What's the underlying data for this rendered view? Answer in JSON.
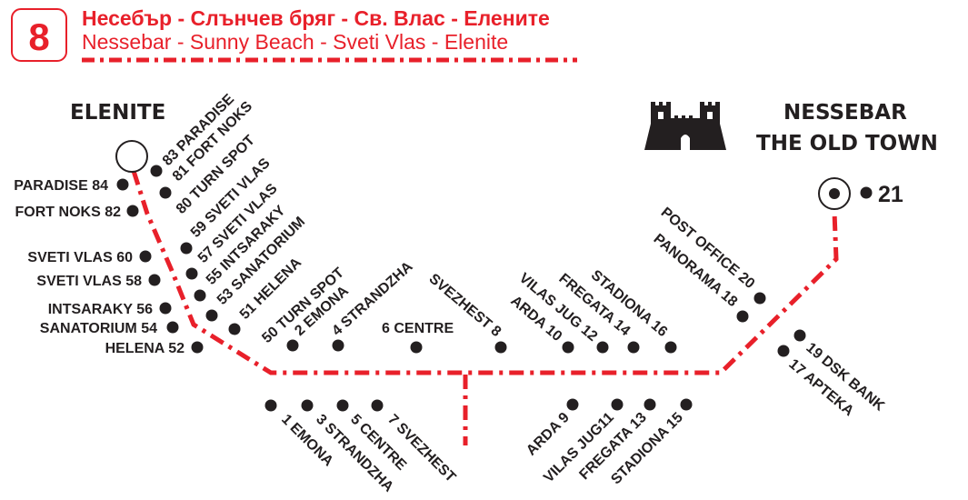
{
  "header": {
    "route_number": "8",
    "title_bg": "Несебър - Слънчев бряг -  Св. Влас - Еленитe",
    "title_en": "Nessebar - Sunny Beach - Sveti Vlas - Elenite"
  },
  "terminals": {
    "elenite": "ELENITE",
    "nessebar_line1": "NESSEBAR",
    "nessebar_line2": "THE OLD TOWN",
    "nessebar_stop": "21"
  },
  "stops": [
    {
      "label": "PARADISE 84"
    },
    {
      "label": "FORT NOKS 82"
    },
    {
      "label": "SVETI VLAS  60"
    },
    {
      "label": "SVETI VLAS  58"
    },
    {
      "label": "INTSARAKY  56"
    },
    {
      "label": "SANATORIUM  54"
    },
    {
      "label": "HELENA  52"
    },
    {
      "label": "83  PARADISE"
    },
    {
      "label": "81  FORT NOKS"
    },
    {
      "label": "80  TURN SPOT"
    },
    {
      "label": "59  SVETI VLAS"
    },
    {
      "label": "57  SVETI VLAS"
    },
    {
      "label": "55  INTSARAKY"
    },
    {
      "label": "53  SANATORIUM"
    },
    {
      "label": "51  HELENA"
    },
    {
      "label": "50 TURN SPOT"
    },
    {
      "label": "2 EMONA"
    },
    {
      "label": "4 STRANDZHA"
    },
    {
      "label": "6 CENTRE"
    },
    {
      "label": "SVEZHEST 8"
    },
    {
      "label": "ARDA 10"
    },
    {
      "label": "VILAS JUG 12"
    },
    {
      "label": "FREGATA 14"
    },
    {
      "label": "STADIONA  16"
    },
    {
      "label": "POST OFFICE  20"
    },
    {
      "label": "PANORAMA  18"
    },
    {
      "label": "19 DSK BANK"
    },
    {
      "label": "17 APTEKA"
    },
    {
      "label": "1 EMONA"
    },
    {
      "label": "3 STRANDZHA"
    },
    {
      "label": "5 CENTRE"
    },
    {
      "label": "7 SVEZHEST"
    },
    {
      "label": "ARDA 9"
    },
    {
      "label": "VILAS JUG11"
    },
    {
      "label": "FREGATA 13"
    },
    {
      "label": "STADIONA 15"
    }
  ],
  "colors": {
    "route": "#e8202a",
    "text": "#231f20"
  }
}
